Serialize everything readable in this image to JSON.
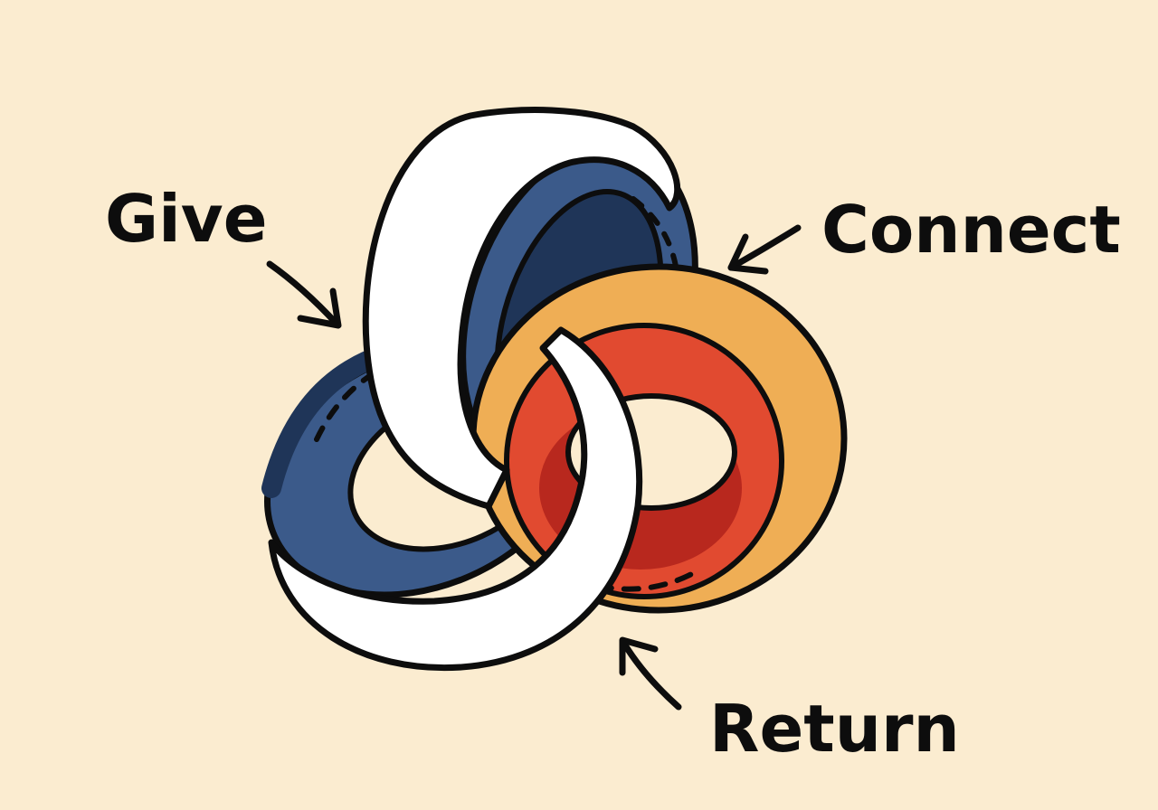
{
  "labels": {
    "give": "Give",
    "connect": "Connect",
    "return": "Return"
  },
  "colors": {
    "background": "#fbecd0",
    "outline": "#0d0d0d",
    "white_ring": "#ffffff",
    "navy_ring": "#3b5a8a",
    "navy_ring_inner": "#1f3558",
    "orange_ring": "#efae55",
    "red_ring": "#e14a30",
    "red_ring_inner": "#b8281e"
  },
  "icons": [
    "arrow-to-knot-icon"
  ]
}
